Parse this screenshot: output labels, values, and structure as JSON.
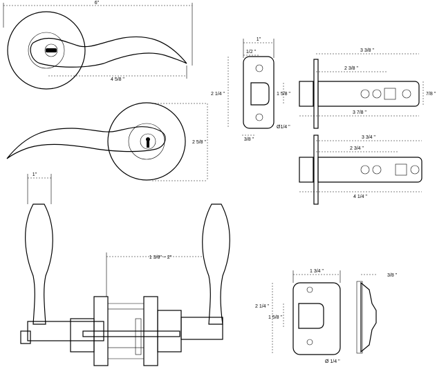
{
  "dimensions": {
    "overall_width": "6\"",
    "lever_reach": "4 5/8 \"",
    "rose_height": "2 5/8 \"",
    "latch_width": "1\"",
    "latch_half": "1/2 \"",
    "latch_height": "2 1/4 \"",
    "latch_inner": "1 5/8 \"",
    "latch_screw": "Ø1/4 \"",
    "latch_depth": "3/8 \"",
    "backset_short_total": "3 3/8 \"",
    "backset_short": "2 3/8 \"",
    "bolt_diameter": "7/8 \"",
    "backset_short_overall": "3 7/8 \"",
    "backset_long_total": "3 3/4 \"",
    "backset_long": "2 3/4 \"",
    "backset_long_overall": "4 1/4 \"",
    "lever_width": "1\"",
    "door_thickness": "1 3/8\" ~ 2\"",
    "strike_width": "1 3/4 \"",
    "strike_lip": "3/8 \"",
    "strike_height": "2 1/4 \"",
    "strike_inner": "1 5/8 \"",
    "strike_screw": "Ø 1/4 \""
  }
}
